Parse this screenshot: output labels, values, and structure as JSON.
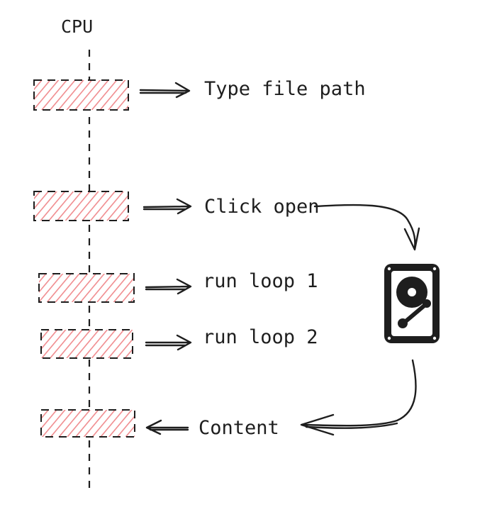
{
  "timeline": {
    "label": "CPU"
  },
  "steps": [
    {
      "label": "Type file path",
      "direction": "out"
    },
    {
      "label": "Click open",
      "direction": "out"
    },
    {
      "label": "run loop 1",
      "direction": "out"
    },
    {
      "label": "run loop 2",
      "direction": "out"
    },
    {
      "label": "Content",
      "direction": "in"
    }
  ],
  "device": {
    "icon": "hard-drive-icon"
  },
  "colors": {
    "block_fill": "#ffb3b8",
    "ink": "#1e1e1e"
  }
}
